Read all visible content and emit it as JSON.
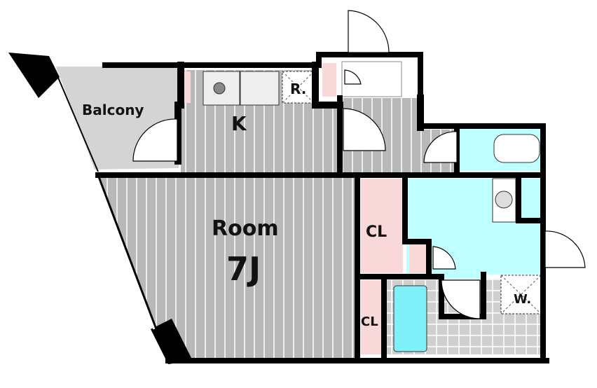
{
  "rooms": {
    "balcony": "Balcony",
    "kitchen": "K",
    "refrigerator": "R.",
    "room": "Room",
    "room_size": "7J",
    "closet_1": "CL",
    "closet_2": "CL",
    "washer": "W."
  },
  "colors": {
    "wall": "#000000",
    "floor_wood": "#b8b8b8",
    "balcony": "#d4d4d4",
    "wet_area": "#c0ffff",
    "closet": "#f8d8d8",
    "tile": "#d0d0d0"
  }
}
